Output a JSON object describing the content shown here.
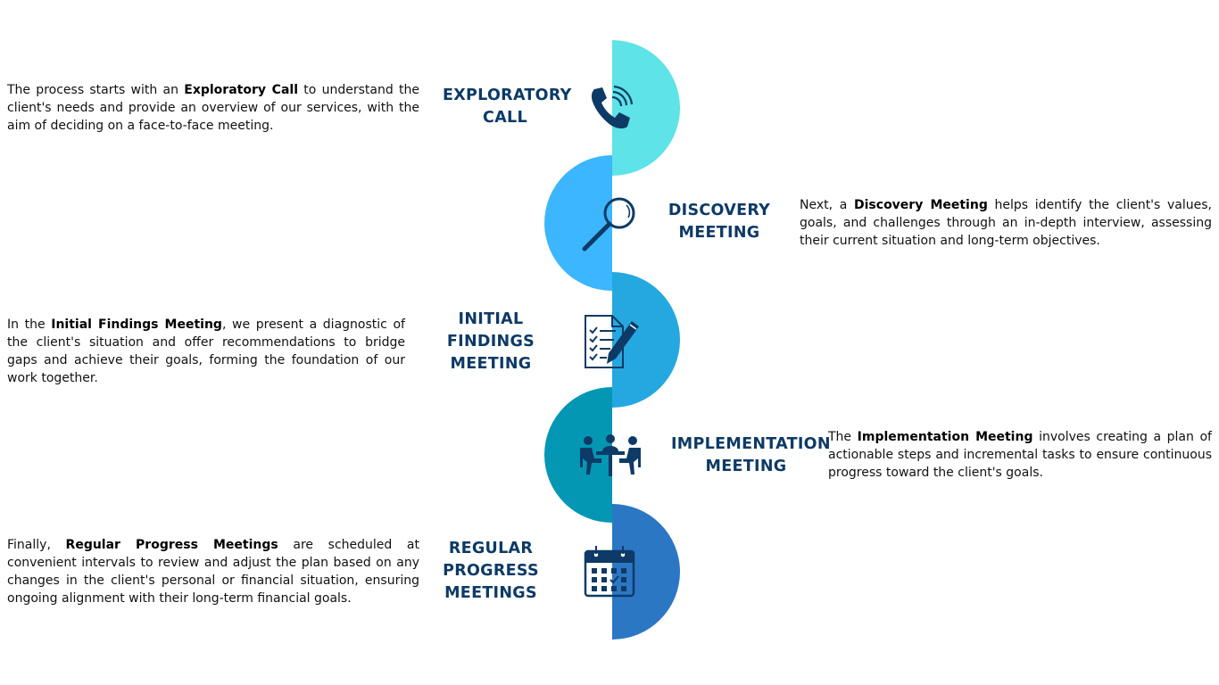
{
  "steps": [
    {
      "title_lines": [
        "EXPLORATORY",
        "CALL"
      ],
      "icon": "phone-icon",
      "color": "#5de3e8",
      "desc_before": "The process starts with an ",
      "desc_bold": "Exploratory Call",
      "desc_after": " to understand the client's needs and provide an overview of our services, with the aim of deciding on a face-to-face meeting."
    },
    {
      "title_lines": [
        "DISCOVERY",
        "MEETING"
      ],
      "icon": "magnifier-icon",
      "color": "#3bb6ff",
      "desc_before": "Next, a ",
      "desc_bold": "Discovery Meeting",
      "desc_after": " helps identify the client's values, goals, and challenges through an in-depth interview, assessing their current situation and long-term objectives."
    },
    {
      "title_lines": [
        "INITIAL",
        "FINDINGS",
        "MEETING"
      ],
      "icon": "document-pen-icon",
      "color": "#25a8e0",
      "desc_before": "In the ",
      "desc_bold": "Initial Findings Meeting",
      "desc_after": ", we present a diagnostic of the client's situation and offer recommendations to bridge gaps and achieve their goals, forming the foundation of our work together."
    },
    {
      "title_lines": [
        "IMPLEMENTATION",
        "MEETING"
      ],
      "icon": "meeting-table-icon",
      "color": "#0397b4",
      "desc_before": "The ",
      "desc_bold": "Implementation Meeting",
      "desc_after": " involves creating a plan of actionable steps and incremental tasks to ensure continuous progress toward the client's goals."
    },
    {
      "title_lines": [
        "REGULAR",
        "PROGRESS",
        "MEETINGS"
      ],
      "icon": "calendar-icon",
      "color": "#2b77c4",
      "desc_before": "Finally, ",
      "desc_bold": "Regular Progress Meetings",
      "desc_after": " are scheduled at convenient intervals to review and adjust the plan based on any changes in the client's personal or financial situation, ensuring ongoing alignment with their long-term financial goals."
    }
  ],
  "colors": {
    "title": "#0d3a66",
    "icon": "#0d3a66"
  }
}
